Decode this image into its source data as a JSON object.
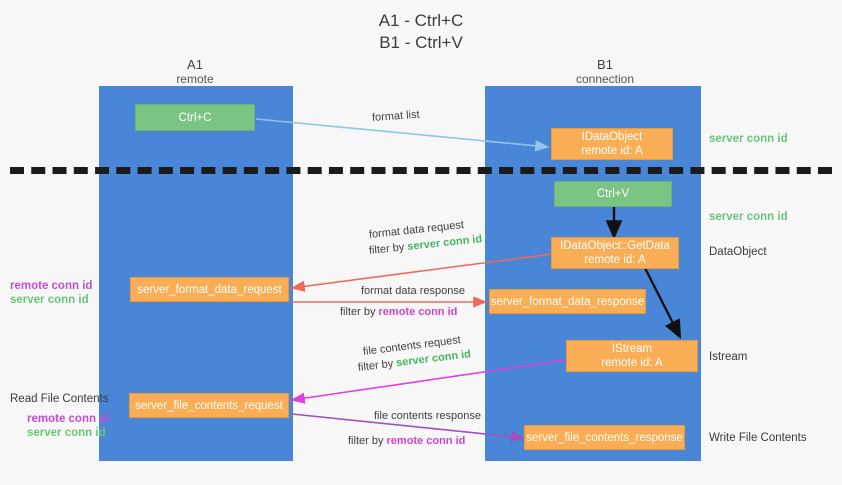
{
  "header": {
    "line1": "A1 - Ctrl+C",
    "line2": "B1 - Ctrl+V"
  },
  "columns": [
    {
      "name": "A1",
      "sub": "remote"
    },
    {
      "name": "B1",
      "sub": "connection"
    }
  ],
  "nodes": {
    "ctrl_c": {
      "l1": "Ctrl+C",
      "l2": "",
      "kind": "green"
    },
    "idataobject": {
      "l1": "IDataObject",
      "l2": "remote id: A",
      "kind": "orange"
    },
    "ctrl_v": {
      "l1": "Ctrl+V",
      "l2": "",
      "kind": "green"
    },
    "getdata": {
      "l1": "IDataObject::GetData",
      "l2": "remote id: A",
      "kind": "orange"
    },
    "istream": {
      "l1": "IStream",
      "l2": "remote id: A",
      "kind": "orange"
    },
    "fmt_req": {
      "l1": "server_format_data_request",
      "l2": "",
      "kind": "orange"
    },
    "fmt_resp": {
      "l1": "server_format_data_response",
      "l2": "",
      "kind": "orange"
    },
    "file_req": {
      "l1": "server_file_contents_request",
      "l2": "",
      "kind": "orange"
    },
    "file_resp": {
      "l1": "server_file_contents_response",
      "l2": "",
      "kind": "orange"
    }
  },
  "edges": {
    "format_list": "format list",
    "fmt_data_request": "format data request",
    "fmt_data_request_filter_pre": "filter by ",
    "fmt_data_request_filter_key": "server conn id",
    "fmt_data_response": "format data response",
    "fmt_data_response_filter_pre": "filter by ",
    "fmt_data_response_filter_key": "remote conn id",
    "file_contents_request": "file contents request",
    "file_contents_request_filter_pre": "filter by ",
    "file_contents_request_filter_key": "server conn id",
    "file_contents_response": "file contents response",
    "file_contents_response_filter_pre": "filter by ",
    "file_contents_response_filter_key": "remote conn id"
  },
  "annotations": {
    "right_server_conn_1": "server conn id",
    "right_server_conn_2": "server conn id",
    "right_dataobject": "DataObject",
    "right_istream": "Istream",
    "right_write_file": "Write File Contents",
    "left_remote_conn_1": "remote conn id",
    "left_server_conn_1": "server conn id",
    "left_read_file": "Read File Contents",
    "left_remote_conn_2": "remote conn id",
    "left_server_conn_2": "server conn id"
  },
  "colors": {
    "lane": "#4a86d8",
    "orange": "#f9ad55",
    "green": "#7ac584",
    "green_text": "#48b362",
    "magenta_text": "#cc44cc",
    "arrow_blue": "#8ec6ea",
    "arrow_red": "#ef6a5a",
    "arrow_black": "#111111",
    "arrow_magenta": "#e040e0",
    "arrow_purple": "#a24fc0",
    "background": "#f7f7f7"
  }
}
